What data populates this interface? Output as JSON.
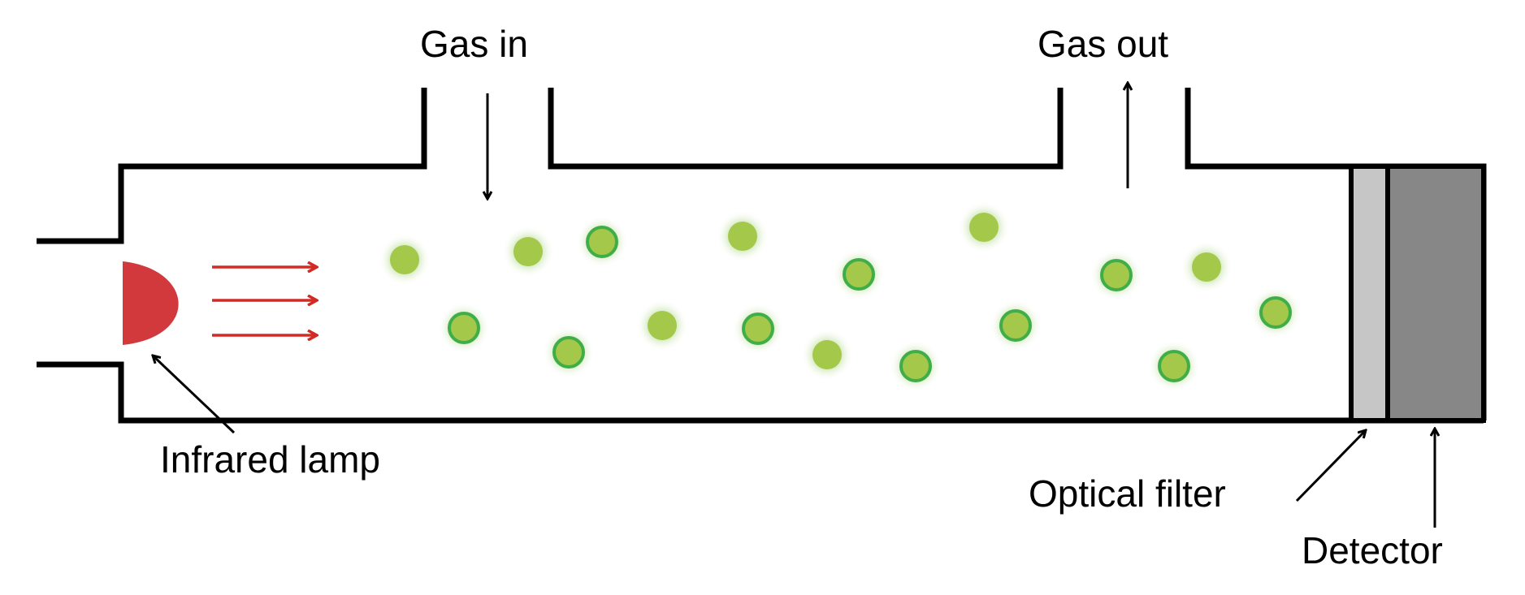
{
  "labels": {
    "gas_in": "Gas in",
    "gas_out": "Gas out",
    "infrared_lamp": "Infrared lamp",
    "optical_filter": "Optical filter",
    "detector": "Detector"
  },
  "colors": {
    "outline": "#000000",
    "lamp": "#d2393c",
    "ir_arrow": "#d42a25",
    "molecule_fill": "#a3c84a",
    "molecule_ring": "#3fae48",
    "molecule_glow": "#c9e6a6",
    "filter": "#c6c6c6",
    "detector": "#878787"
  }
}
